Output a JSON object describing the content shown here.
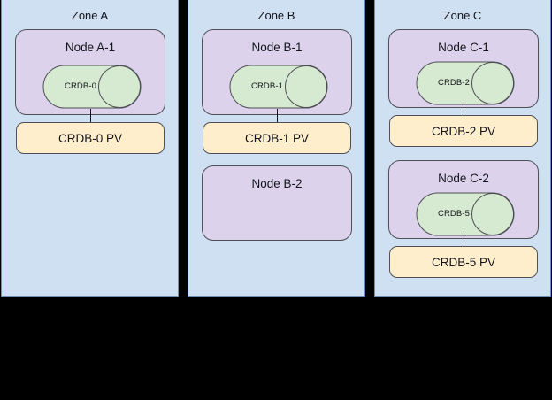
{
  "diagram": {
    "background_color": "#000000",
    "zone_fill": "#cfe0f3",
    "zone_stroke": "#6c8ebf",
    "node_fill": "#dcd2ec",
    "node_stroke": "#4f4f56",
    "db_fill": "#d5ead0",
    "db_stroke": "#4f4f56",
    "pv_fill": "#ffeecb",
    "pv_stroke": "#4f4f56",
    "zones": [
      {
        "id": "zone-a",
        "title": "Zone A",
        "nodes": [
          {
            "id": "node-a-1",
            "title": "Node A-1",
            "db": {
              "id": "crdb-0",
              "label": "CRDB-0"
            },
            "pv": {
              "id": "crdb-0-pv",
              "label": "CRDB-0 PV"
            }
          }
        ]
      },
      {
        "id": "zone-b",
        "title": "Zone B",
        "nodes": [
          {
            "id": "node-b-1",
            "title": "Node B-1",
            "db": {
              "id": "crdb-1",
              "label": "CRDB-1"
            },
            "pv": {
              "id": "crdb-1-pv",
              "label": "CRDB-1 PV"
            }
          },
          {
            "id": "node-b-2",
            "title": "Node B-2",
            "db": null,
            "pv": null
          }
        ]
      },
      {
        "id": "zone-c",
        "title": "Zone C",
        "nodes": [
          {
            "id": "node-c-1",
            "title": "Node C-1",
            "db": {
              "id": "crdb-2",
              "label": "CRDB-2"
            },
            "pv": {
              "id": "crdb-2-pv",
              "label": "CRDB-2 PV"
            }
          },
          {
            "id": "node-c-2",
            "title": "Node C-2",
            "db": {
              "id": "crdb-5",
              "label": "CRDB-5"
            },
            "pv": {
              "id": "crdb-5-pv",
              "label": "CRDB-5 PV"
            }
          }
        ]
      }
    ]
  }
}
